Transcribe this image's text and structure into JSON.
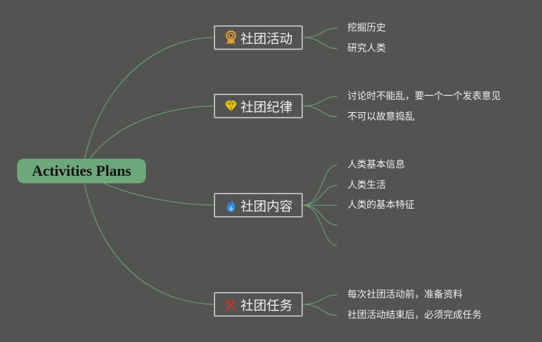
{
  "root": {
    "label": "Activities Plans"
  },
  "branches": [
    {
      "label": "社团活动",
      "icon": "award-ribbon-icon",
      "leaves": [
        "挖掘历史",
        "研究人类"
      ]
    },
    {
      "label": "社团纪律",
      "icon": "diamond-icon",
      "leaves": [
        "讨论时不能乱，要一个一个发表意见",
        "不可以故意捣乱"
      ]
    },
    {
      "label": "社团内容",
      "icon": "flame-icon",
      "leaves": [
        "人类基本信息",
        "人类生活",
        "人类的基本特征",
        "",
        ""
      ]
    },
    {
      "label": "社团任务",
      "icon": "crossed-tools-icon",
      "leaves": [
        "每次社团活动前，准备资料",
        "社团活动结束后，必须完成任务"
      ]
    }
  ],
  "colors": {
    "background": "#535451",
    "root_fill": "#6ea87a",
    "connector": "#6ea87a",
    "branch_border": "#b8b8b8"
  }
}
